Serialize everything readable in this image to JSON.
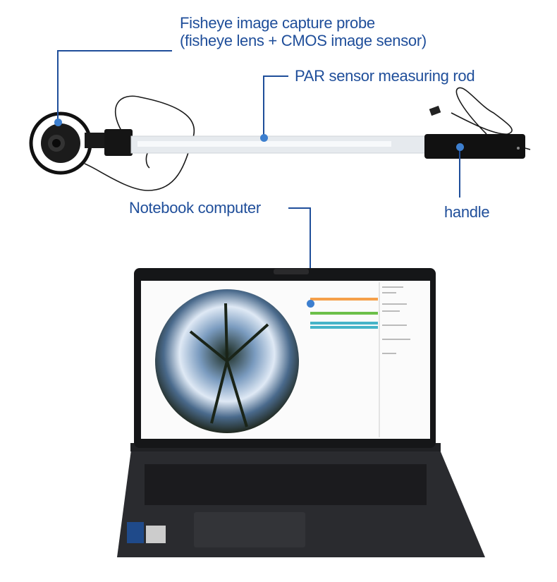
{
  "labels": {
    "probe_line1": "Fisheye image capture probe",
    "probe_line2": "(fisheye lens + CMOS image sensor)",
    "rod": "PAR sensor measuring rod",
    "notebook": "Notebook computer",
    "handle": "handle"
  },
  "colors": {
    "label": "#1f4e9a",
    "dot": "#3d7fcf",
    "orange_button": "#f5a04a",
    "green_button": "#6cc04a",
    "teal_button": "#46b4c8"
  }
}
